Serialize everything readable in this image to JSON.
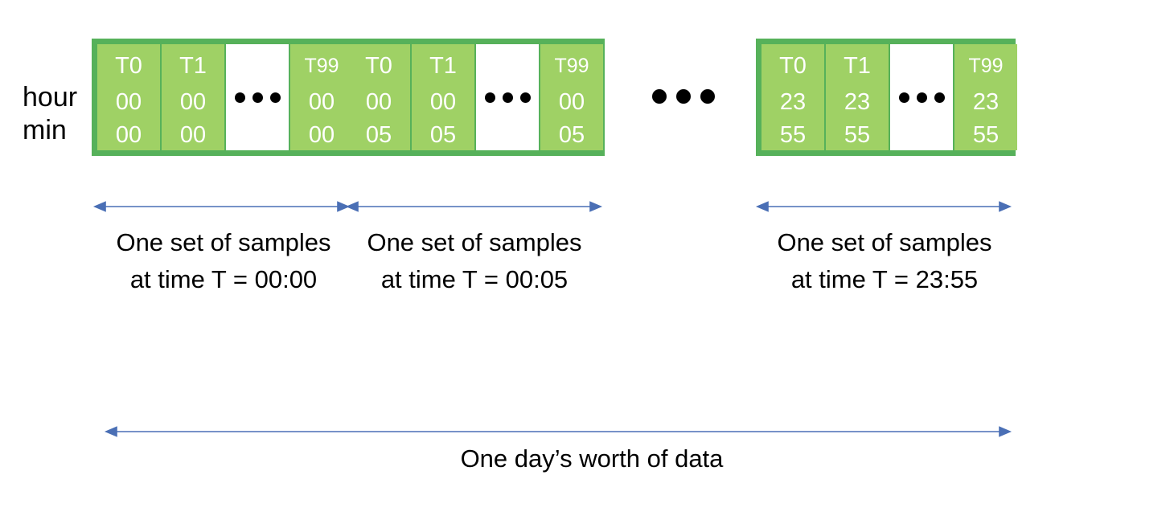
{
  "row_labels": {
    "hour": "hour",
    "min": "min"
  },
  "blocks": [
    {
      "cells": [
        {
          "label": "T0",
          "hour": "00",
          "min": "00",
          "empty": false
        },
        {
          "label": "T1",
          "hour": "00",
          "min": "00",
          "empty": false
        },
        {
          "label": "",
          "hour": "",
          "min": "",
          "empty": true
        },
        {
          "label": "T99",
          "hour": "00",
          "min": "00",
          "empty": false
        }
      ]
    },
    {
      "cells": [
        {
          "label": "T0",
          "hour": "00",
          "min": "05",
          "empty": false
        },
        {
          "label": "T1",
          "hour": "00",
          "min": "05",
          "empty": false
        },
        {
          "label": "",
          "hour": "",
          "min": "",
          "empty": true
        },
        {
          "label": "T99",
          "hour": "00",
          "min": "05",
          "empty": false
        }
      ]
    },
    {
      "cells": [
        {
          "label": "T0",
          "hour": "23",
          "min": "55",
          "empty": false
        },
        {
          "label": "T1",
          "hour": "23",
          "min": "55",
          "empty": false
        },
        {
          "label": "",
          "hour": "",
          "min": "",
          "empty": true
        },
        {
          "label": "T99",
          "hour": "23",
          "min": "55",
          "empty": false
        }
      ]
    }
  ],
  "captions": [
    {
      "line1": "One set of samples",
      "line2": "at time T = 00:00"
    },
    {
      "line1": "One set of samples",
      "line2": "at time T = 00:05"
    },
    {
      "line1": "One set of samples",
      "line2": "at time T = 23:55"
    }
  ],
  "day_caption": "One day’s worth of data",
  "colors": {
    "block_border": "#56b15a",
    "cell_fill": "#9fd165",
    "cell_text": "#ffffff",
    "arrow": "#4a6fb5"
  }
}
